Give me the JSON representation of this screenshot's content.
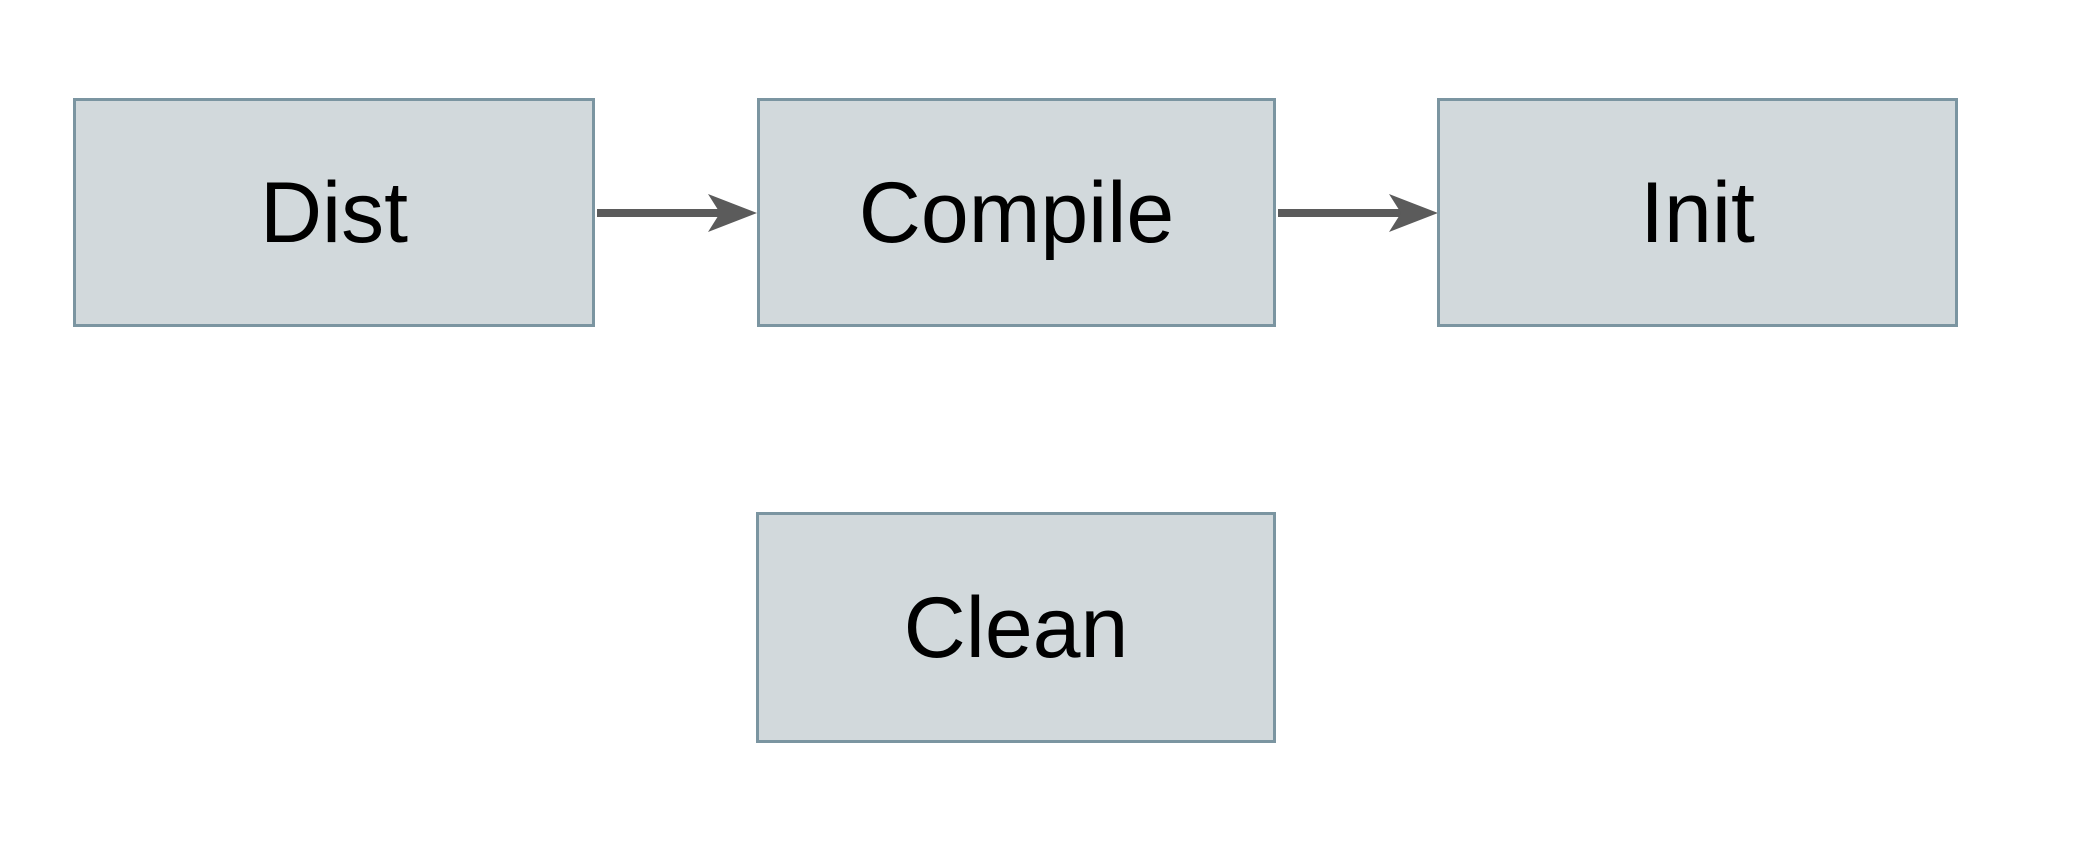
{
  "diagram": {
    "type": "flowchart",
    "background_color": "#ffffff",
    "node_fill_color": "#d2d9dc",
    "node_border_color": "#7b95a1",
    "arrow_color": "#5b5b5b",
    "text_color": "#000000",
    "nodes": [
      {
        "id": "dist",
        "label": "Dist"
      },
      {
        "id": "compile",
        "label": "Compile"
      },
      {
        "id": "init",
        "label": "Init"
      },
      {
        "id": "clean",
        "label": "Clean"
      }
    ],
    "edges": [
      {
        "from": "Dist",
        "to": "Compile",
        "direction": "right"
      },
      {
        "from": "Compile",
        "to": "Init",
        "direction": "right"
      }
    ]
  }
}
